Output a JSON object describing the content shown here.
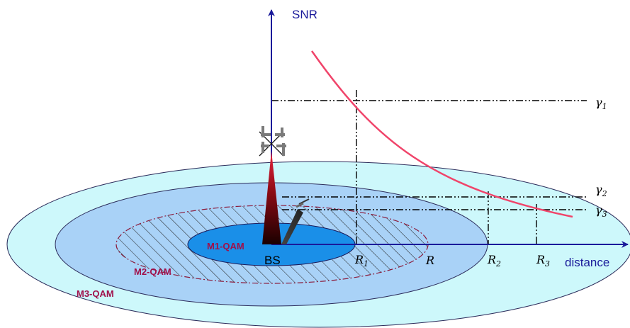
{
  "axes": {
    "y_label": "SNR",
    "x_label": "distance"
  },
  "zones": {
    "m1": "M1-QAM",
    "m2": "M2-QAM",
    "m3": "M3-QAM"
  },
  "base_station": {
    "label": "BS"
  },
  "thresholds": [
    {
      "symbol": "γ",
      "sub": "1"
    },
    {
      "symbol": "γ",
      "sub": "2"
    },
    {
      "symbol": "γ",
      "sub": "3"
    }
  ],
  "radii": [
    {
      "symbol": "R",
      "sub": "1"
    },
    {
      "symbol": "R",
      "sub": ""
    },
    {
      "symbol": "R",
      "sub": "2"
    },
    {
      "symbol": "R",
      "sub": "3"
    }
  ],
  "colors": {
    "axis": "#1a1a9a",
    "outer_zone": "#cdf8fb",
    "middle_zone": "#a9d2f7",
    "inner_zone": "#1a8fe8",
    "snr_curve": "#f0446a",
    "zone_label": "#a0104a",
    "hatch_boundary": "#8b1a3a",
    "tower_dark": "#2a0000",
    "tower_bright": "#e0203a"
  }
}
